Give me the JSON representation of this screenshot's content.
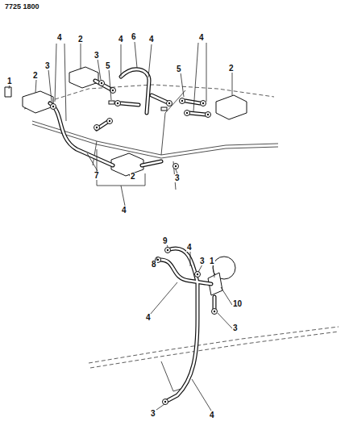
{
  "diagram": {
    "labels": [
      "7725 1800",
      "1",
      "2",
      "3",
      "4",
      "2",
      "3",
      "5",
      "4",
      "6",
      "4",
      "5",
      "4",
      "2",
      "7",
      "2",
      "3",
      "4",
      "8",
      "9",
      "4",
      "3",
      "1",
      "4",
      "10",
      "3",
      "3",
      "4"
    ]
  }
}
